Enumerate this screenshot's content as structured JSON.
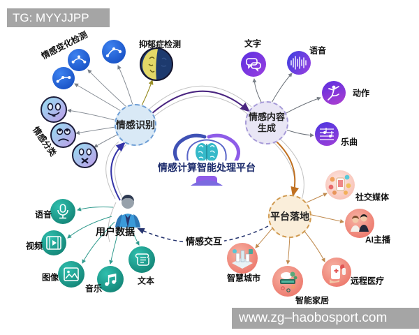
{
  "banner_tg": "TG: MYYJJPP",
  "banner_site": "www.zg–haobosport.com",
  "center": {
    "title": "情感计算智能处理平台"
  },
  "nodes": {
    "recognition": "情感识别",
    "generation": "情感内容生成",
    "landing": "平台落地",
    "userdata": "用户数据"
  },
  "recognition_items": {
    "change": "情感变化检测",
    "depression": "抑郁症检测",
    "classify": "情感分类"
  },
  "generation_items": [
    "文字",
    "语音",
    "动作",
    "乐曲"
  ],
  "landing_items": [
    "社交媒体",
    "AI主播",
    "远程医疗",
    "智能家居",
    "智慧城市"
  ],
  "userdata_items": [
    "语音",
    "视频",
    "图像",
    "音乐",
    "文本"
  ],
  "edge_labels": {
    "interaction": "情感交互"
  },
  "colors": {
    "satellite_blue": "#1b55c8",
    "satellite_purple": "#7a2fe0",
    "satellite_teal": "#148577",
    "satellite_pink": "#ec7468",
    "arrow_purple": "#4a2580",
    "arrow_indigo": "#3535a8",
    "arrow_orange": "#c07020",
    "arrow_navy": "#27356f",
    "banner_gray": "#a5a5a5"
  }
}
